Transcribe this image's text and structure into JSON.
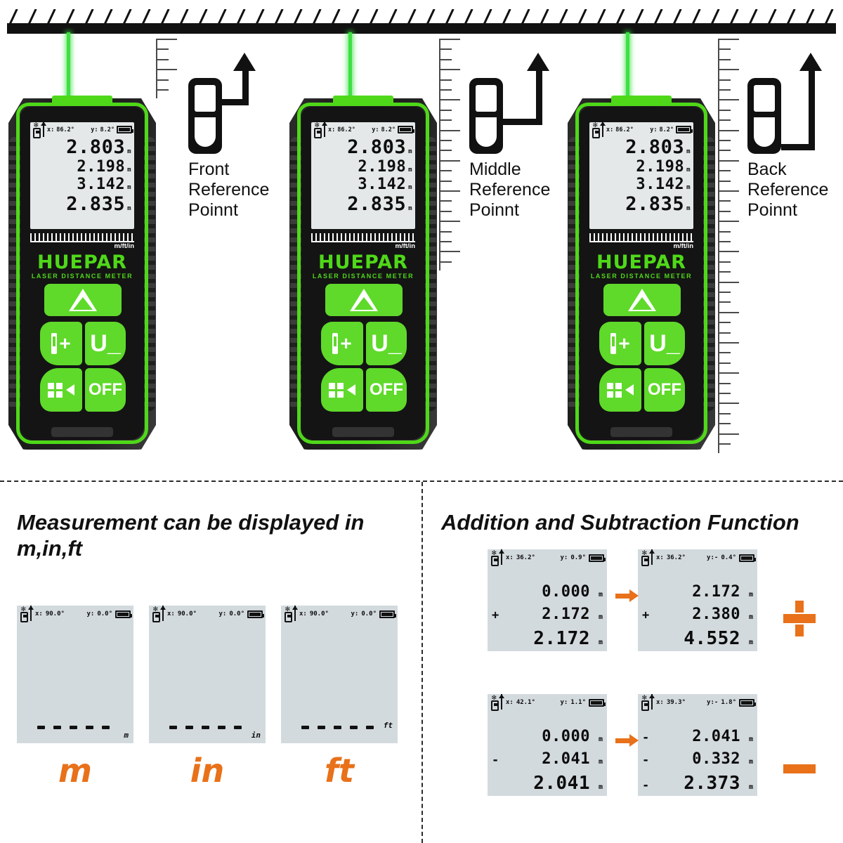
{
  "top_section": {
    "devices": [
      {
        "display": {
          "x_label": "x:",
          "x_value": "86.2°",
          "y_label": "y:",
          "y_value": "8.2°",
          "rows": [
            {
              "value": "2.803",
              "unit": "m"
            },
            {
              "value": "2.198",
              "unit": "m"
            },
            {
              "value": "3.142",
              "unit": "m"
            },
            {
              "value": "2.835",
              "unit": "m"
            }
          ],
          "ruler_label": "m/ft/in"
        },
        "brand": "HUEPAR",
        "subtitle": "LASER DISTANCE METER",
        "buttons": {
          "unit": "U_",
          "off": "OFF",
          "plus": "+"
        }
      },
      {
        "display": {
          "x_label": "x:",
          "x_value": "86.2°",
          "y_label": "y:",
          "y_value": "8.2°",
          "rows": [
            {
              "value": "2.803",
              "unit": "m"
            },
            {
              "value": "2.198",
              "unit": "m"
            },
            {
              "value": "3.142",
              "unit": "m"
            },
            {
              "value": "2.835",
              "unit": "m"
            }
          ],
          "ruler_label": "m/ft/in"
        },
        "brand": "HUEPAR",
        "subtitle": "LASER DISTANCE METER",
        "buttons": {
          "unit": "U_",
          "off": "OFF",
          "plus": "+"
        }
      },
      {
        "display": {
          "x_label": "x:",
          "x_value": "86.2°",
          "y_label": "y:",
          "y_value": "8.2°",
          "rows": [
            {
              "value": "2.803",
              "unit": "m"
            },
            {
              "value": "2.198",
              "unit": "m"
            },
            {
              "value": "3.142",
              "unit": "m"
            },
            {
              "value": "2.835",
              "unit": "m"
            }
          ],
          "ruler_label": "m/ft/in"
        },
        "brand": "HUEPAR",
        "subtitle": "LASER DISTANCE METER",
        "buttons": {
          "unit": "U_",
          "off": "OFF",
          "plus": "+"
        }
      }
    ],
    "reference_points": [
      {
        "label": "Front\nReference\nPoinnt",
        "icon": "front-reference-icon"
      },
      {
        "label": "Middle\nReference\nPoinnt",
        "icon": "middle-reference-icon"
      },
      {
        "label": "Back\nReference\nPoinnt",
        "icon": "back-reference-icon"
      }
    ]
  },
  "units_section": {
    "title": "Measurement can be displayed in m,in,ft",
    "panels": [
      {
        "x_label": "x:",
        "x_value": "90.0°",
        "y_label": "y:",
        "y_value": "0.0°",
        "unit_small": "m",
        "unit_big": "m"
      },
      {
        "x_label": "x:",
        "x_value": "90.0°",
        "y_label": "y:",
        "y_value": "0.0°",
        "unit_small": "in",
        "unit_big": "in"
      },
      {
        "x_label": "x:",
        "x_value": "90.0°",
        "y_label": "y:",
        "y_value": "0.0°",
        "unit_small": "ft",
        "unit_big": "ft"
      }
    ]
  },
  "calc_section": {
    "title": "Addition and Subtraction Function",
    "addition": {
      "symbol": "plus-symbol",
      "before": {
        "x_label": "x:",
        "x_value": "36.2°",
        "y_label": "y:",
        "y_value": "0.9°",
        "rows": [
          {
            "op": "",
            "value": "0.000",
            "unit": "m"
          },
          {
            "op": "+",
            "value": "2.172",
            "unit": "m"
          },
          {
            "op": "",
            "value": "2.172",
            "unit": "m"
          }
        ]
      },
      "after": {
        "x_label": "x:",
        "x_value": "36.2°",
        "y_label": "y:-",
        "y_value": "0.4°",
        "rows": [
          {
            "op": "",
            "value": "2.172",
            "unit": "m"
          },
          {
            "op": "+",
            "value": "2.380",
            "unit": "m"
          },
          {
            "op": "",
            "value": "4.552",
            "unit": "m"
          }
        ]
      }
    },
    "subtraction": {
      "symbol": "minus-symbol",
      "before": {
        "x_label": "x:",
        "x_value": "42.1°",
        "y_label": "y:",
        "y_value": "1.1°",
        "rows": [
          {
            "op": "",
            "value": "0.000",
            "unit": "m"
          },
          {
            "op": "-",
            "value": "2.041",
            "unit": "m"
          },
          {
            "op": "",
            "value": "2.041",
            "unit": "m"
          }
        ]
      },
      "after": {
        "x_label": "x:",
        "x_value": "39.3°",
        "y_label": "y:-",
        "y_value": "1.8°",
        "rows": [
          {
            "op": "-",
            "value": "2.041",
            "unit": "m"
          },
          {
            "op": "-",
            "value": "0.332",
            "unit": "m"
          },
          {
            "op": "-",
            "value": "2.373",
            "unit": "m"
          }
        ]
      }
    }
  },
  "colors": {
    "brand_green": "#4fd819",
    "laser_green": "#3ee043",
    "accent_orange": "#e8711a",
    "lcd_bg": "#d3dade"
  }
}
